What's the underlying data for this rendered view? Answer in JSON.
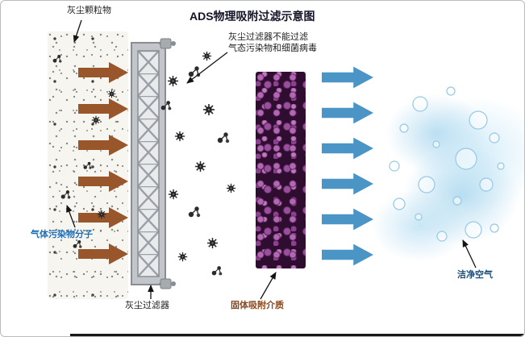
{
  "diagram": {
    "title": "ADS物理吸附过滤示意图",
    "labels": {
      "dust_particles": "灰尘颗粒物",
      "filter_note_line1": "灰尘过滤器不能过滤",
      "filter_note_line2": "气态污染物和细菌病毒",
      "gas_molecules": "气体污染物分子",
      "dust_filter": "灰尘过滤器",
      "adsorption_medium": "固体吸附介质",
      "clean_air": "洁净空气"
    },
    "colors": {
      "dust_arrow": "#98562a",
      "clean_arrow": "#4a94c6",
      "gas_molecules_label": "#1b6db6",
      "adsorption_medium_label": "#8a4518",
      "clean_air_label": "#1c4f7c",
      "adsorption_band": "#2e0d30",
      "clean_air_cloud": "#cfe8f6"
    },
    "icons": {
      "pollutant_particle": "spiky-circle",
      "gas_molecule": "linked-dots",
      "dust_filter_mesh": "x-lattice",
      "air_bubble": "outlined-circle",
      "leader_arrow": "thin-black-arrow"
    }
  }
}
